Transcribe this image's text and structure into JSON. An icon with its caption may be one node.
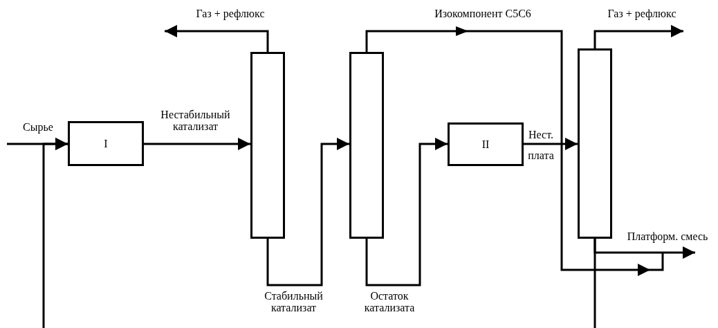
{
  "diagram": {
    "nodes": [
      {
        "text": [
          "I"
        ]
      },
      {
        "text": [],
        "shape": "box"
      },
      {
        "text": [],
        "shape": "box"
      },
      {
        "text": [
          "II"
        ]
      },
      {
        "text": [],
        "shape": "box"
      }
    ],
    "edges": [
      {
        "from": null,
        "to": 0,
        "label": "Сырье",
        "arrow": "to"
      },
      {
        "from": null,
        "to": 0,
        "arrow": "to"
      },
      {
        "from": 0,
        "to": 1,
        "label": "Нестабильный катализат",
        "arrow": "to"
      },
      {
        "from": 1,
        "to": null,
        "label": "Газ + рефлюкс",
        "arrow": "to"
      },
      {
        "from": 1,
        "to": 2,
        "label": "Стабильный катализат",
        "arrow": "to"
      },
      {
        "from": 2,
        "to": null,
        "label": "Изокомпонент С5С6",
        "arrow": "to"
      },
      {
        "from": 2,
        "to": 3,
        "label": "Остаток катализата",
        "arrow": "to"
      },
      {
        "from": 3,
        "to": 4,
        "label": "Нест. плата",
        "arrow": "to"
      },
      {
        "from": 4,
        "to": null,
        "label": "Газ + рефлюкс",
        "arrow": "to"
      },
      {
        "from": 4,
        "to": null,
        "label": "Платформ. смесь",
        "arrow": "to"
      },
      {
        "from": 4,
        "to": null,
        "arrow": "none"
      }
    ]
  }
}
